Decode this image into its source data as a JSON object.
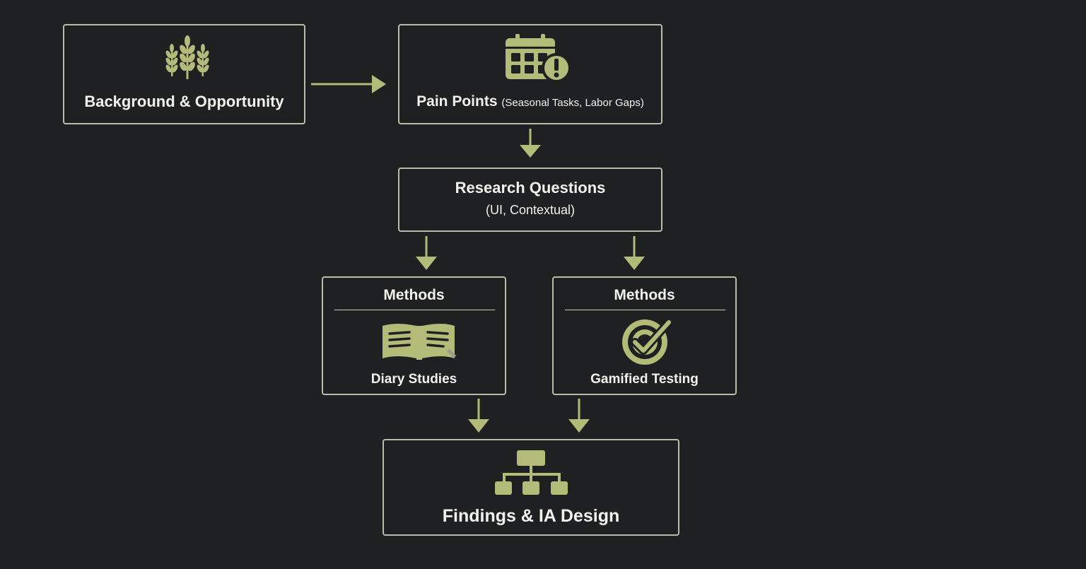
{
  "nodes": {
    "background": {
      "label": "Background & Opportunity",
      "icon": "wheat-icon"
    },
    "pain_points": {
      "label": "Pain Points",
      "sub": "(Seasonal Tasks, Labor Gaps)",
      "icon": "calendar-alert-icon"
    },
    "research_questions": {
      "label": "Research Questions",
      "sub": "(UI, Contextual)"
    },
    "methods_left": {
      "title": "Methods",
      "label": "Diary Studies",
      "icon": "open-book-icon"
    },
    "methods_right": {
      "title": "Methods",
      "label": "Gamified Testing",
      "icon": "target-check-icon"
    },
    "findings": {
      "label": "Findings & IA Design",
      "icon": "hierarchy-icon"
    }
  },
  "colors": {
    "background": "#1e2022",
    "accent": "#b3bb78",
    "border": "#b9bcaa",
    "text": "#f2f2ee"
  }
}
